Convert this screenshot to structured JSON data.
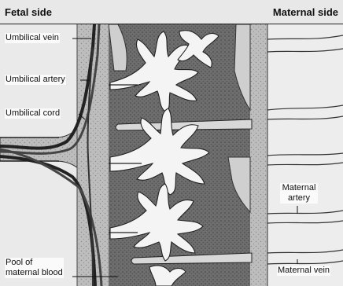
{
  "header": {
    "left": "Fetal side",
    "right": "Maternal side"
  },
  "labels": {
    "umbilical_vein": "Umbilical vein",
    "umbilical_artery": "Umbilical artery",
    "umbilical_cord": "Umbilical cord",
    "pool_line1": "Pool of",
    "pool_line2": "maternal blood",
    "maternal_artery_line1": "Maternal",
    "maternal_artery_line2": "artery",
    "maternal_vein": "Maternal vein"
  }
}
